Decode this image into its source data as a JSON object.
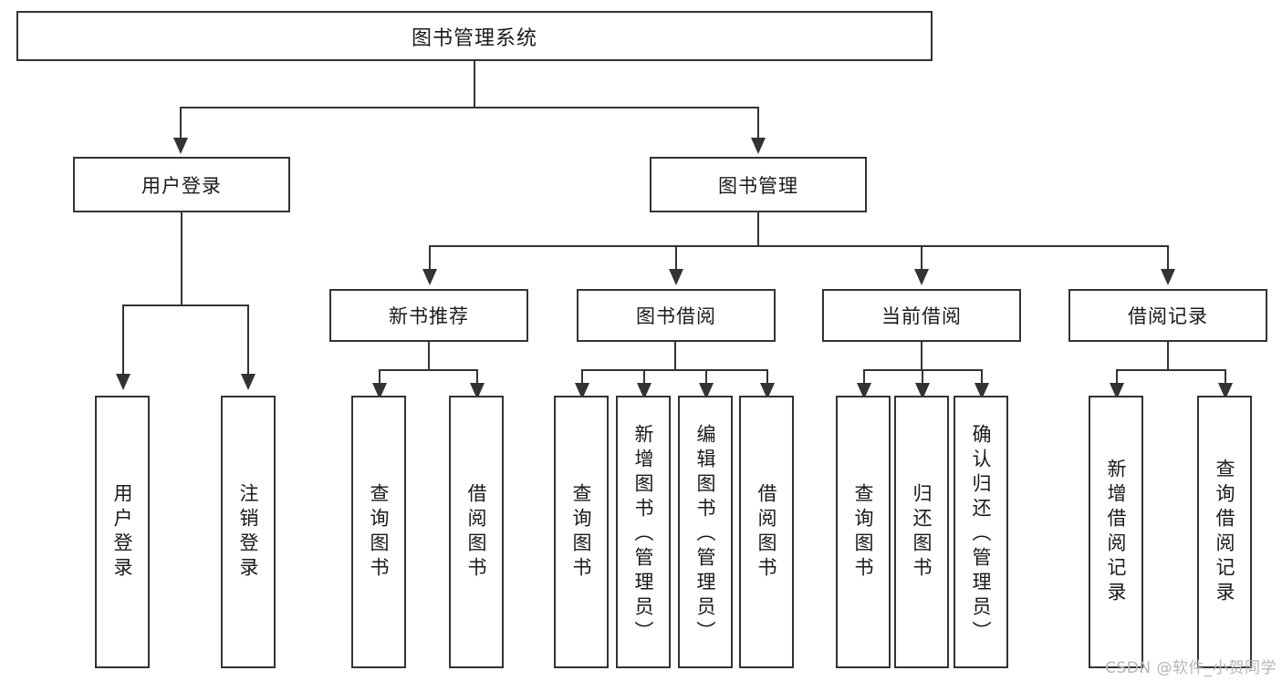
{
  "diagram": {
    "title": "图书管理系统",
    "type": "tree-hierarchy",
    "nodes": {
      "root": {
        "label": "图书管理系统"
      },
      "level1": [
        {
          "id": "user-login",
          "label": "用户登录"
        },
        {
          "id": "book-management",
          "label": "图书管理"
        }
      ],
      "level2": [
        {
          "id": "new-book-recommend",
          "label": "新书推荐",
          "parent": "book-management"
        },
        {
          "id": "book-borrow",
          "label": "图书借阅",
          "parent": "book-management"
        },
        {
          "id": "current-borrow",
          "label": "当前借阅",
          "parent": "book-management"
        },
        {
          "id": "borrow-record",
          "label": "借阅记录",
          "parent": "book-management"
        }
      ],
      "leaves": {
        "user-login": [
          {
            "id": "leaf-user-login",
            "label": "用户登录"
          },
          {
            "id": "leaf-user-logout",
            "label": "注销登录"
          }
        ],
        "new-book-recommend": [
          {
            "id": "leaf-query-book-1",
            "label": "查询图书"
          },
          {
            "id": "leaf-borrow-book-1",
            "label": "借阅图书"
          }
        ],
        "book-borrow": [
          {
            "id": "leaf-query-book-2",
            "label": "查询图书"
          },
          {
            "id": "leaf-add-book",
            "label": "新增图书（管理员）"
          },
          {
            "id": "leaf-edit-book",
            "label": "编辑图书（管理员）"
          },
          {
            "id": "leaf-borrow-book-2",
            "label": "借阅图书"
          }
        ],
        "current-borrow": [
          {
            "id": "leaf-query-book-3",
            "label": "查询图书"
          },
          {
            "id": "leaf-return-book",
            "label": "归还图书"
          },
          {
            "id": "leaf-confirm-return",
            "label": "确认归还（管理员）"
          }
        ],
        "borrow-record": [
          {
            "id": "leaf-add-record",
            "label": "新增借阅记录"
          },
          {
            "id": "leaf-query-record",
            "label": "查询借阅记录"
          }
        ]
      }
    },
    "colors": {
      "line": "#333333",
      "box_fill": "#ffffff",
      "text": "#1a1a1a",
      "watermark": "#b5b5b5"
    }
  },
  "watermark": {
    "text": "CSDN @软件_小贺同学"
  }
}
